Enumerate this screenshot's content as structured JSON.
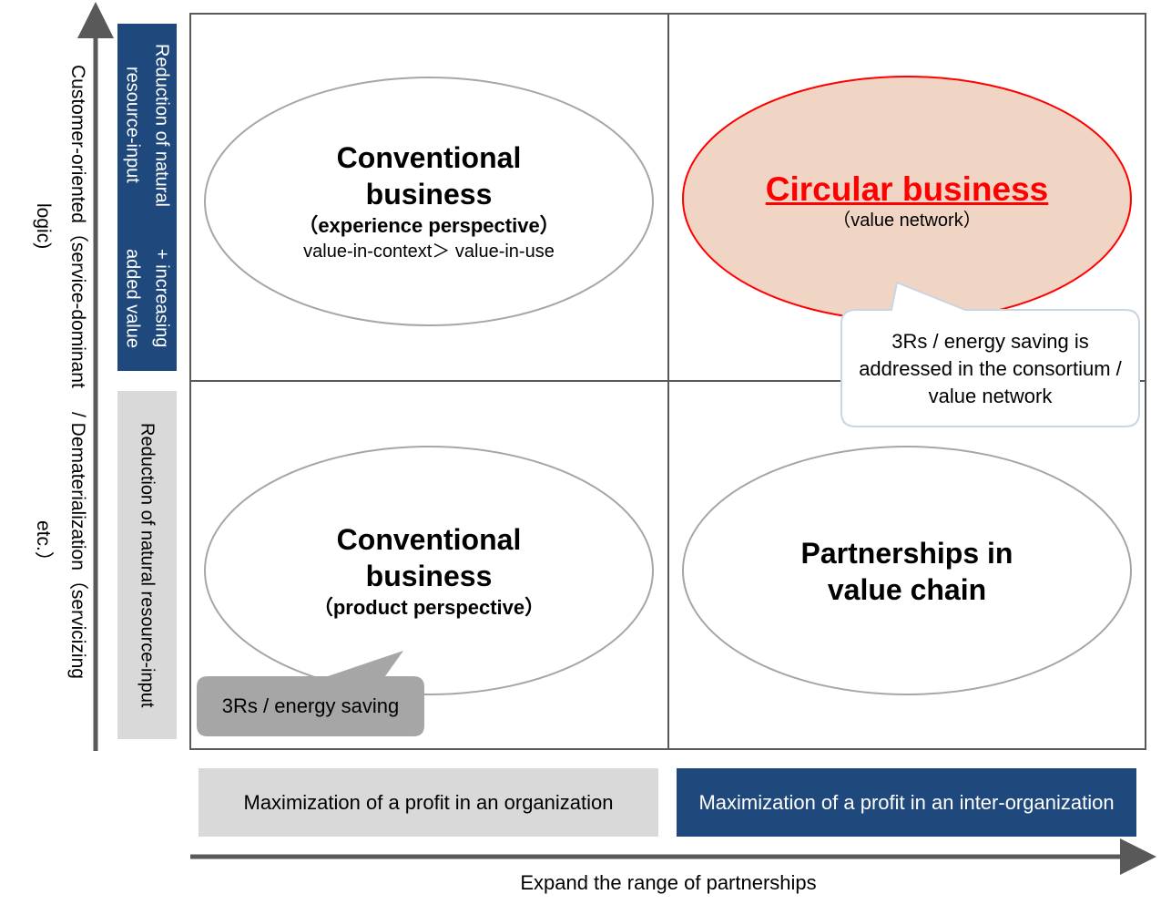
{
  "y_axis": {
    "line1": "Customer-oriented（service-dominant logic)",
    "line2": "/ Dematerialization（servicizing etc.）"
  },
  "y_labels": {
    "upper_line1": "Reduction of natural resource-input",
    "upper_line2": "+ increasing added value",
    "lower": "Reduction of natural resource-input"
  },
  "quadrants": {
    "top_left": {
      "title": "Conventional business",
      "subtitle": "（experience perspective）",
      "note": "value-in-context＞ value-in-use"
    },
    "top_right": {
      "title": "Circular business",
      "subtitle": "（value network）",
      "callout": "3Rs / energy saving is addressed in the consortium / value network"
    },
    "bottom_left": {
      "title": "Conventional business",
      "subtitle": "（product perspective）",
      "callout": "3Rs / energy saving"
    },
    "bottom_right": {
      "title": "Partnerships in value chain"
    }
  },
  "x_labels": {
    "left": "Maximization of a profit in an organization",
    "right": "Maximization of a profit in an inter-organization"
  },
  "x_axis": {
    "label": "Expand the range of partnerships"
  },
  "colors": {
    "navy": "#1f497d",
    "gray": "#d9d9d9",
    "red": "#ff0000",
    "peach": "#f0d5c4",
    "callout_gray": "#a6a6a6"
  }
}
